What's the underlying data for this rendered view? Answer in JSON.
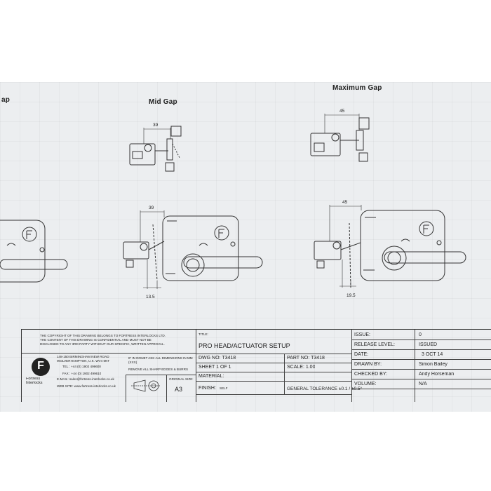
{
  "views": {
    "left_partial": "ap",
    "mid": "Mid Gap",
    "max": "Maximum Gap"
  },
  "dims": {
    "mid_top": "39",
    "mid_bottom": "39",
    "mid_offset": "13.5",
    "max_top": "45",
    "max_bottom": "45",
    "max_offset": "19.5"
  },
  "title_block": {
    "copyright": [
      "THE COPYRIGHT OF THIS DRAWING BELONGS TO FORTRESS INTERLOCKS Ltd.",
      "THE CONTENT OF THIS DRAWING IS CONFIDENTIAL AND MUST NOT BE",
      "DISCLOSED TO ANY 3rd PARTY WITHOUT OUR SPECIFIC, WRITTEN APPROVAL."
    ],
    "address": [
      "148-150 BIRMINGHAM NEW ROAD",
      "WOLVERHAMPTON, U.K.  WV4 6NT",
      "TEL : +44 (0) 1902 499600",
      "FAX : +44 (0) 1902 499610",
      "E-MAIL: sales@fortress-interlocks.co.uk",
      "WEB SITE: www.fortress-interlocks.co.uk"
    ],
    "logo_text": "Fortress Interlocks",
    "dim_note": "IF IN DOUBT ASK ALL DIMENSIONS IN mm (XXX)",
    "edges_note": "REMOVE ALL SHARP EDGES & BURRS",
    "original_size_label": "ORIGINAL SIZE:",
    "original_size": "A3",
    "title_label": "TITLE:",
    "title": "PRO HEAD/ACTUATOR SETUP",
    "dwg_no": "DWG NO: T3418",
    "part_no": "PART NO: T3418",
    "sheet": "SHEET 1 OF 1",
    "scale": "SCALE: 1.00",
    "material": "MATERIAL:",
    "finish_label": "FINISH:",
    "finish": "SELF",
    "tolerance": "GENERAL TOLERANCE ±0.1 / ±0.5°",
    "issue_label": "ISSUE:",
    "issue": "0",
    "release_label": "RELEASE LEVEL:",
    "release": "ISSUED",
    "date_label": "DATE:",
    "date": "3 OCT 14",
    "drawn_label": "DRAWN BY:",
    "drawn": "Simon Bailey",
    "checked_label": "CHECKED BY:",
    "checked": "Andy Horseman",
    "volume_label": "VOLUME:",
    "volume": "N/A"
  }
}
